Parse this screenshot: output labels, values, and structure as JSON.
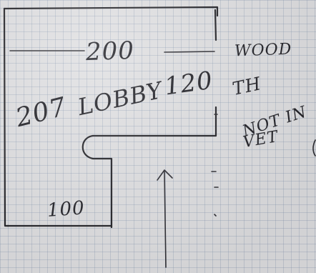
{
  "sketch": {
    "dimension_top": "200",
    "dimension_left": "207",
    "room_label": "LOBBY",
    "dimension_right": "120",
    "dimension_bottom": "100"
  },
  "notes": {
    "line1": "WOOD",
    "line2": "TH",
    "line3": "NOT IN",
    "line4": "VET"
  }
}
